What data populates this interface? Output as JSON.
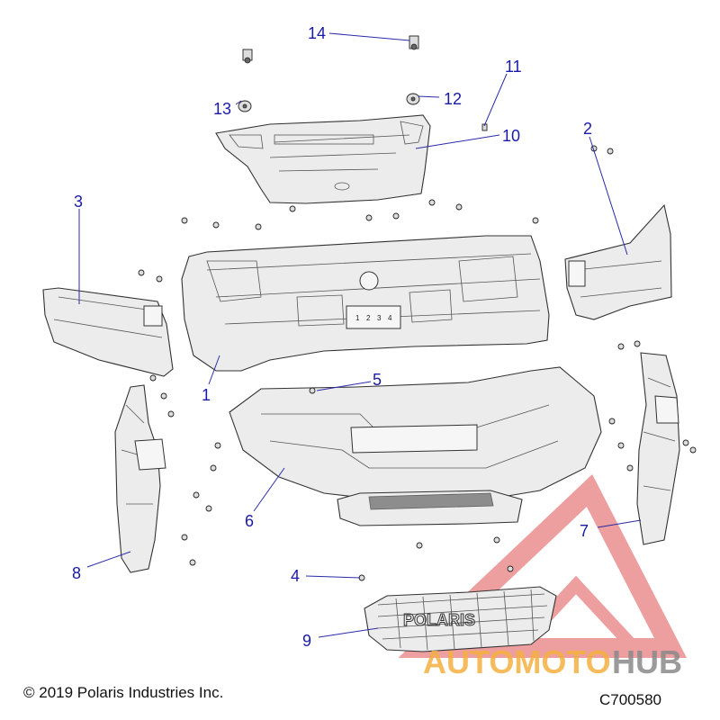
{
  "callouts": [
    {
      "id": "1",
      "label": "1"
    },
    {
      "id": "2",
      "label": "2"
    },
    {
      "id": "3",
      "label": "3"
    },
    {
      "id": "4",
      "label": "4"
    },
    {
      "id": "5",
      "label": "5"
    },
    {
      "id": "6",
      "label": "6"
    },
    {
      "id": "7",
      "label": "7"
    },
    {
      "id": "8",
      "label": "8"
    },
    {
      "id": "9",
      "label": "9"
    },
    {
      "id": "10",
      "label": "10"
    },
    {
      "id": "11",
      "label": "11"
    },
    {
      "id": "12",
      "label": "12"
    },
    {
      "id": "13",
      "label": "13"
    },
    {
      "id": "14",
      "label": "14"
    }
  ],
  "bulkhead_markings": [
    "1",
    "2",
    "3",
    "4"
  ],
  "grille_logo": "POLARIS",
  "footer": {
    "copyright": "© 2019 Polaris Industries Inc.",
    "drawing_code": "C700580"
  },
  "watermark": {
    "text_a": "AUTOMOTO",
    "text_b": "HUB",
    "color_a": "#f5b040",
    "color_b": "#8a8a8a",
    "triangle_color": "#e05050"
  },
  "colors": {
    "callout": "#1a1aa8",
    "line": "#333333"
  }
}
